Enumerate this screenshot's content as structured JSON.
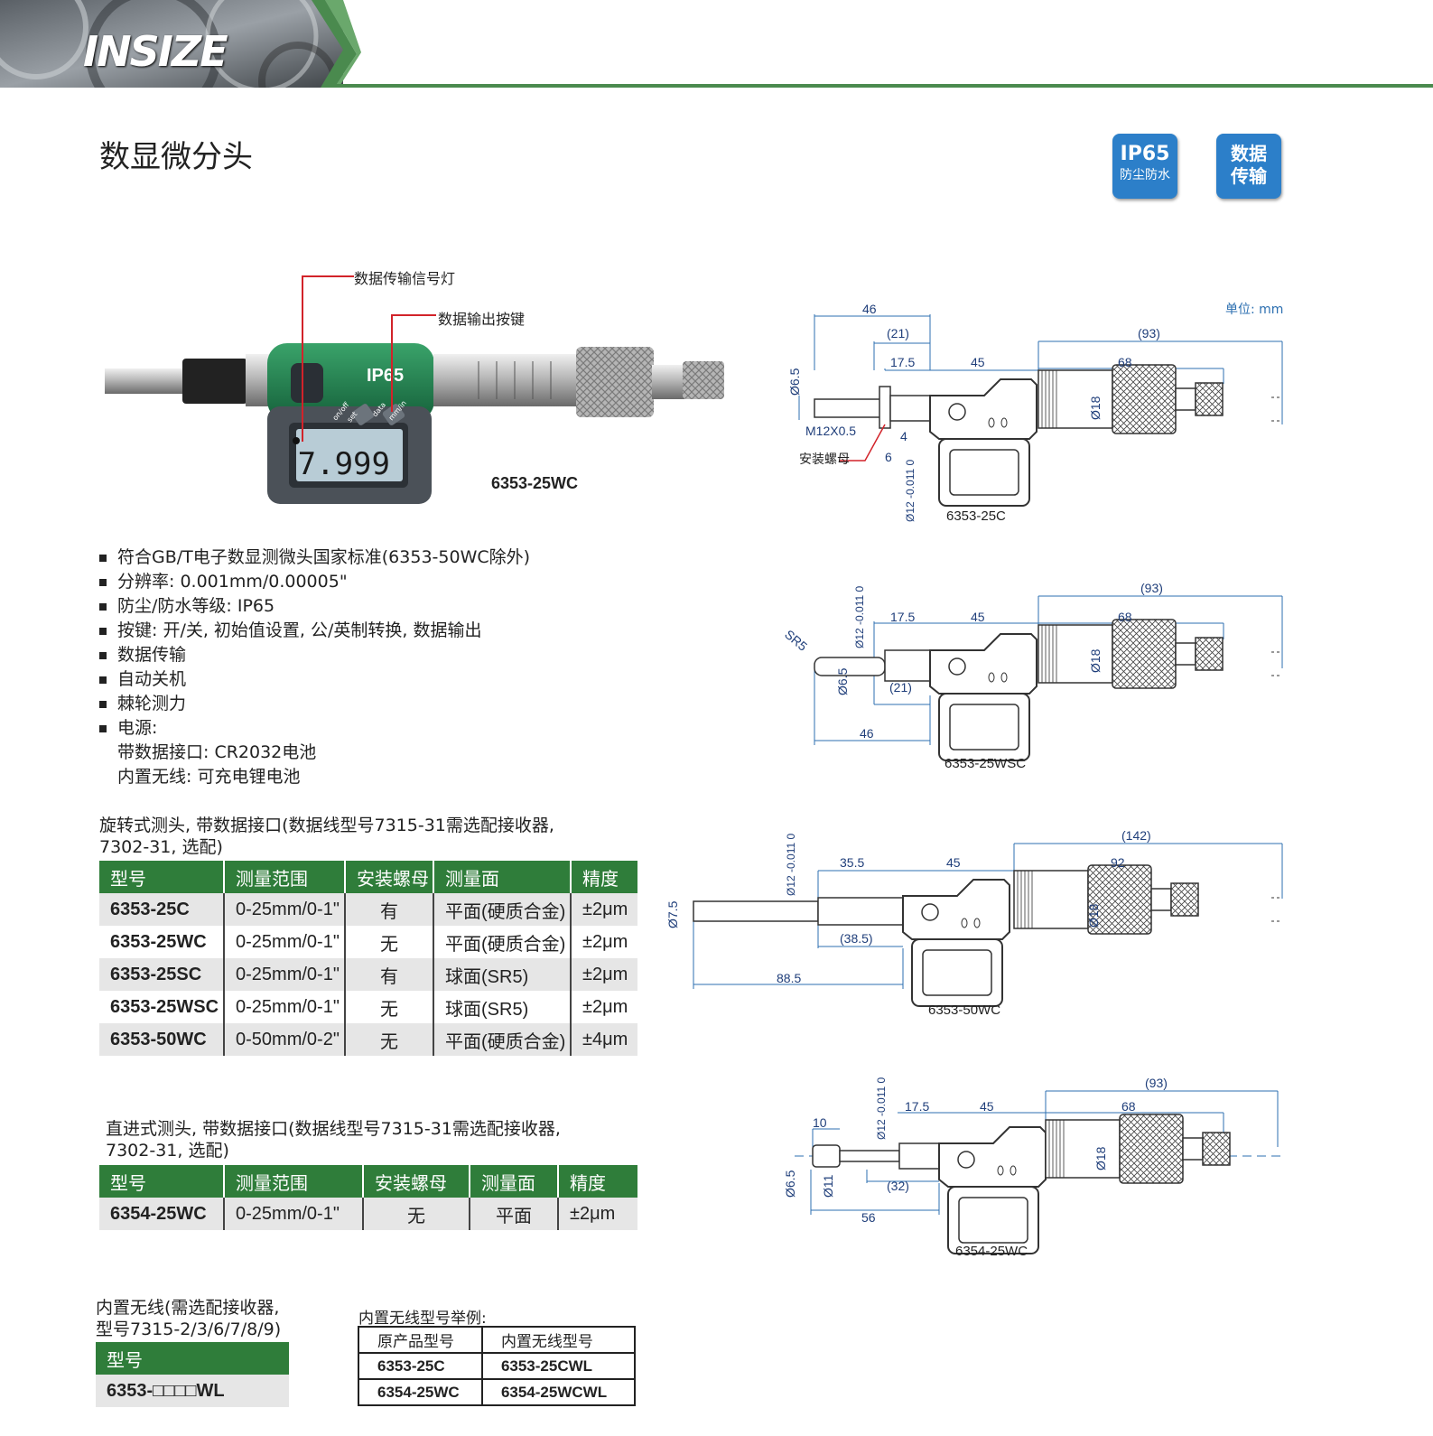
{
  "header": {
    "brand": "INSIZE"
  },
  "page_title": "数显微分头",
  "badges": [
    {
      "line1": "IP65",
      "line2": "防尘防水"
    },
    {
      "line1": "数据",
      "line2": "传输"
    }
  ],
  "photo": {
    "callout_led": "数据传输信号灯",
    "callout_button": "数据输出按键",
    "model": "6353-25WC",
    "device_label": "IP65",
    "lcd_value": "7.999",
    "buttons": [
      "on/off",
      "set",
      "data",
      "mm/in"
    ]
  },
  "features": [
    "符合GB/T电子数显测微头国家标准(6353-50WC除外)",
    "分辨率: 0.001mm/0.00005\"",
    "防尘/防水等级: IP65",
    "按键: 开/关, 初始值设置, 公/英制转换, 数据输出",
    "数据传输",
    "自动关机",
    "棘轮测力",
    "电源:"
  ],
  "power_sub": [
    "带数据接口: CR2032电池",
    "内置无线: 可充电锂电池"
  ],
  "table1": {
    "caption_line1": "旋转式测头, 带数据接口(数据线型号7315-31需选配接收器,",
    "caption_line2": "7302-31, 选配)",
    "headers": [
      "型号",
      "测量范围",
      "安装螺母",
      "测量面",
      "精度"
    ],
    "rows": [
      [
        "6353-25C",
        "0-25mm/0-1\"",
        "有",
        "平面(硬质合金)",
        "±2μm"
      ],
      [
        "6353-25WC",
        "0-25mm/0-1\"",
        "无",
        "平面(硬质合金)",
        "±2μm"
      ],
      [
        "6353-25SC",
        "0-25mm/0-1\"",
        "有",
        "球面(SR5)",
        "±2μm"
      ],
      [
        "6353-25WSC",
        "0-25mm/0-1\"",
        "无",
        "球面(SR5)",
        "±2μm"
      ],
      [
        "6353-50WC",
        "0-50mm/0-2\"",
        "无",
        "平面(硬质合金)",
        "±4μm"
      ]
    ]
  },
  "table2": {
    "caption_line1": "直进式测头, 带数据接口(数据线型号7315-31需选配接收器,",
    "caption_line2": "7302-31, 选配)",
    "headers": [
      "型号",
      "测量范围",
      "安装螺母",
      "测量面",
      "精度"
    ],
    "rows": [
      [
        "6354-25WC",
        "0-25mm/0-1\"",
        "无",
        "平面",
        "±2μm"
      ]
    ]
  },
  "wireless": {
    "caption_line1": "内置无线(需选配接收器,",
    "caption_line2": "型号7315-2/3/6/7/8/9)",
    "header": "型号",
    "value": "6353-□□□□WL"
  },
  "example": {
    "caption": "内置无线型号举例:",
    "headers": [
      "原产品型号",
      "内置无线型号"
    ],
    "rows": [
      [
        "6353-25C",
        "6353-25CWL"
      ],
      [
        "6354-25WC",
        "6354-25WCWL"
      ]
    ]
  },
  "drawings": {
    "unit": "单位: mm",
    "d1": {
      "label": "6353-25C",
      "dims": [
        "46",
        "(21)",
        "17.5",
        "45",
        "68",
        "(93)",
        "Ø6.5",
        "M12X0.5",
        "4",
        "6",
        "安装螺母",
        "Ø18",
        "Ø12 -0.011 0"
      ]
    },
    "d2": {
      "label": "6353-25WSC",
      "dims": [
        "(93)",
        "17.5",
        "45",
        "68",
        "SR5",
        "Ø12 -0.011 0",
        "Ø6.5",
        "(21)",
        "Ø18",
        "46"
      ]
    },
    "d3": {
      "label": "6353-50WC",
      "dims": [
        "(142)",
        "35.5",
        "45",
        "92",
        "Ø7.5",
        "Ø12 -0.011 0",
        "(38.5)",
        "Ø18",
        "88.5"
      ]
    },
    "d4": {
      "label": "6354-25WC",
      "dims": [
        "(93)",
        "10",
        "17.5",
        "45",
        "68",
        "Ø12 -0.011 0",
        "Ø6.5",
        "Ø11",
        "(32)",
        "Ø18",
        "56"
      ]
    }
  }
}
